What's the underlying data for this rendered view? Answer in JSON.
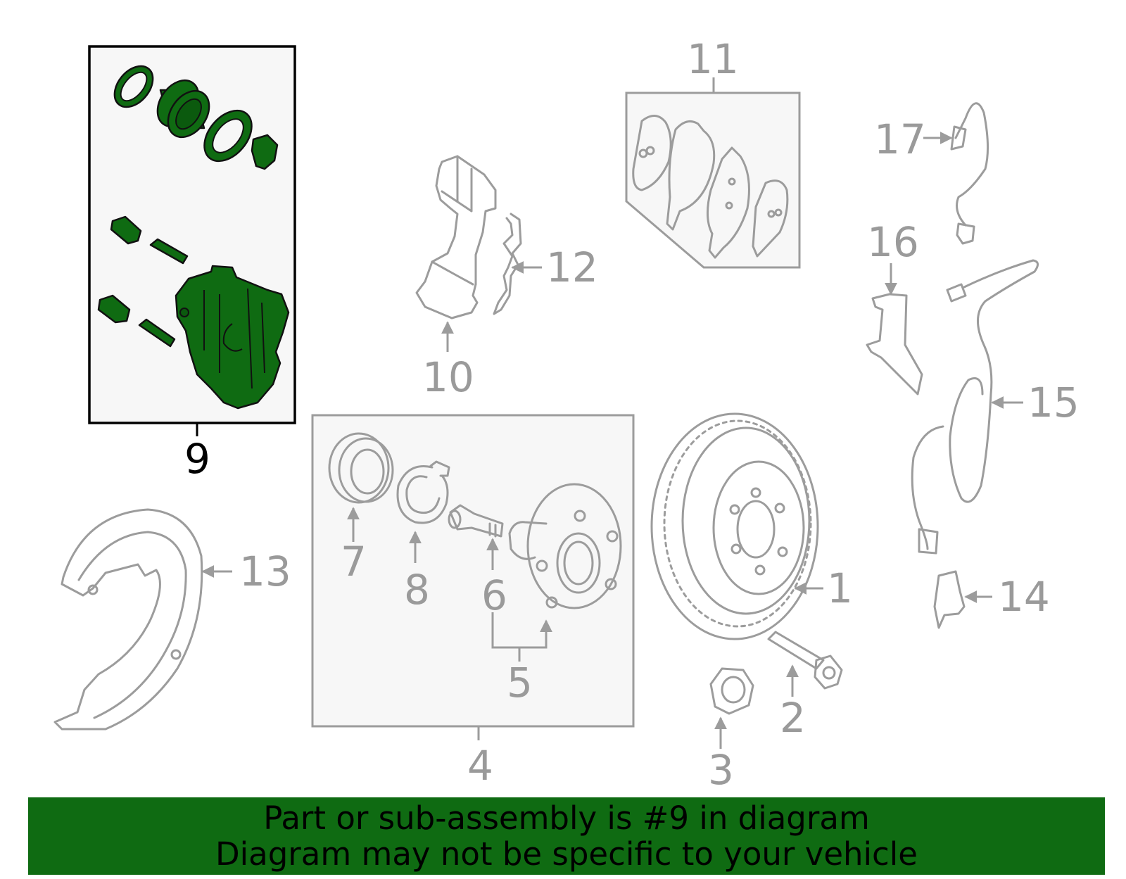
{
  "diagram": {
    "highlighted_part": "9",
    "callouts": [
      "1",
      "2",
      "3",
      "4",
      "5",
      "6",
      "7",
      "8",
      "9",
      "10",
      "11",
      "12",
      "13",
      "14",
      "15",
      "16",
      "17"
    ],
    "colors": {
      "highlight": "#0f6b12",
      "parts": "#9c9c9c",
      "box_fill": "#f7f7f7",
      "banner": "#0f6b12"
    }
  },
  "banner": {
    "line1": "Part or sub-assembly is #9 in diagram",
    "line2": "Diagram may not be specific to your vehicle"
  }
}
